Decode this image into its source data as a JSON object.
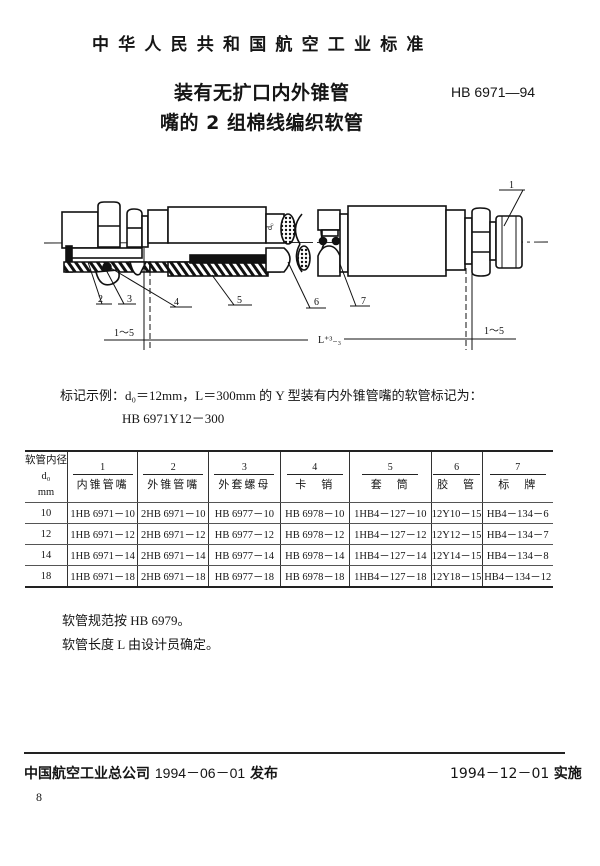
{
  "header": {
    "organization": "中华人民共和国航空工业标准",
    "title_line1": "装有无扩口内外锥管",
    "title_line2": "嘴的 2 组棉线编织软管",
    "standard_code": "HB 6971—94"
  },
  "drawing": {
    "callouts": [
      "1",
      "2",
      "3",
      "4",
      "5",
      "6",
      "7"
    ],
    "diameter_label": "d₀",
    "dim_left": "1～5",
    "dim_length": "L⁺³₋₃",
    "dim_right": "1～5"
  },
  "marking_example": {
    "line1": "标记示例：d₀＝12mm，L＝300mm 的 Y 型装有内外锥管嘴的软管标记为：",
    "line2": "HB 6971Y12－300"
  },
  "table": {
    "first_header": [
      "软管内径",
      "d₀",
      "mm"
    ],
    "columns": [
      {
        "num": "1",
        "name": "内锥管嘴"
      },
      {
        "num": "2",
        "name": "外锥管嘴"
      },
      {
        "num": "3",
        "name": "外套螺母"
      },
      {
        "num": "4",
        "name": "卡　销"
      },
      {
        "num": "5",
        "name": "套　筒"
      },
      {
        "num": "6",
        "name": "胶　管"
      },
      {
        "num": "7",
        "name": "标　牌"
      }
    ],
    "rows": [
      {
        "d0": "10",
        "c1": "1HB 6971－10",
        "c2": "2HB 6971－10",
        "c3": "HB 6977－10",
        "c4": "HB 6978－10",
        "c5": "1HB4－127－10",
        "c6": "12Y10－15",
        "c7": "HB4－134－6"
      },
      {
        "d0": "12",
        "c1": "1HB 6971－12",
        "c2": "2HB 6971－12",
        "c3": "HB 6977－12",
        "c4": "HB 6978－12",
        "c5": "1HB4－127－12",
        "c6": "12Y12－15",
        "c7": "HB4－134－7"
      },
      {
        "d0": "14",
        "c1": "1HB 6971－14",
        "c2": "2HB 6971－14",
        "c3": "HB 6977－14",
        "c4": "HB 6978－14",
        "c5": "1HB4－127－14",
        "c6": "12Y14－15",
        "c7": "HB4－134－8"
      },
      {
        "d0": "18",
        "c1": "1HB 6971－18",
        "c2": "2HB 6971－18",
        "c3": "HB 6977－18",
        "c4": "HB 6978－18",
        "c5": "1HB4－127－18",
        "c6": "12Y18－15",
        "c7": "HB4－134－12"
      }
    ]
  },
  "notes": {
    "note1": "软管规范按 HB 6979。",
    "note2": "软管长度 L 由设计员确定。"
  },
  "footer": {
    "issuer": "中国航空工业总公司",
    "issue_date": "1994－06－01",
    "issue_label": "发布",
    "effective_date": "1994－12－01",
    "effective_label": "实施",
    "page_number": "8"
  }
}
